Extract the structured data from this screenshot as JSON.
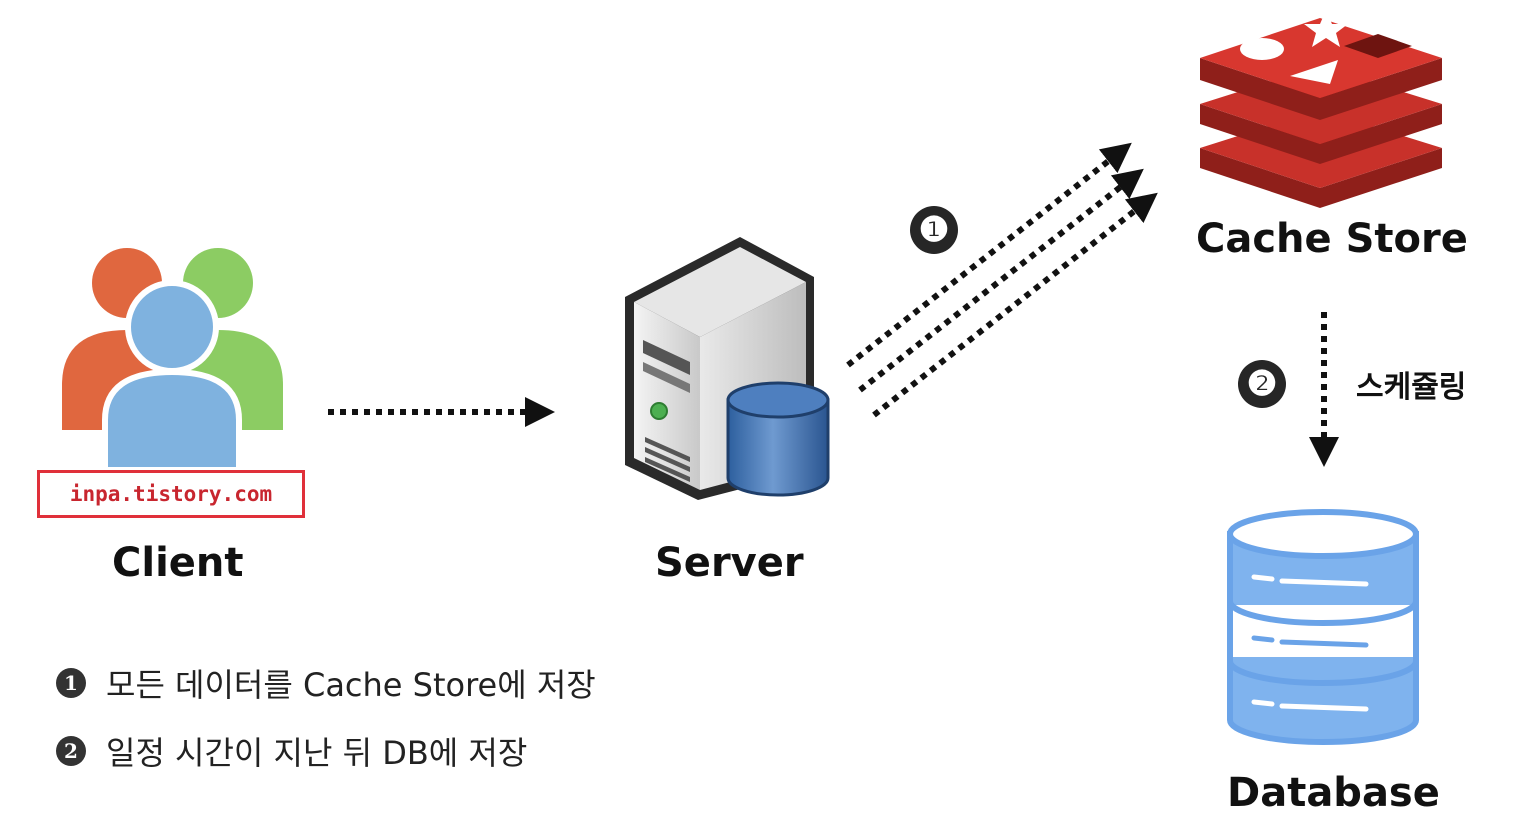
{
  "nodes": {
    "client": "Client",
    "server": "Server",
    "cache_store": "Cache Store",
    "database": "Database"
  },
  "watermark": "inpa.tistory.com",
  "steps": {
    "one": "❶",
    "two": "❷"
  },
  "edge_labels": {
    "scheduling": "스케쥴링"
  },
  "legend": [
    {
      "marker": "1",
      "text": "모든 데이터를 Cache Store에 저장"
    },
    {
      "marker": "2",
      "text": "일정 시간이 지난 뒤 DB에 저장"
    }
  ],
  "colors": {
    "client_orange": "#e0673f",
    "client_green": "#8ccc63",
    "client_blue": "#7fb2df",
    "redis_red": "#c8312a",
    "db_blue": "#7fb3ee",
    "watermark_red": "#e0303a"
  }
}
